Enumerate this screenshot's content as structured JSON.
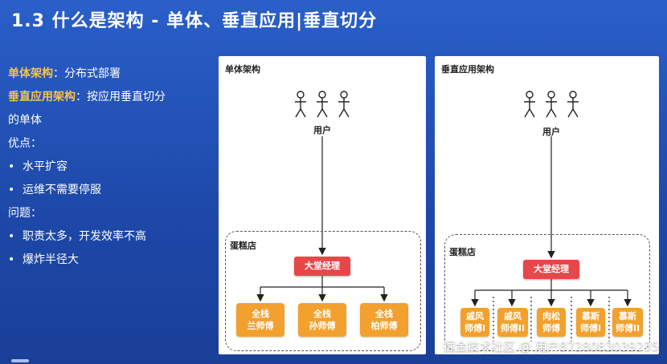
{
  "slide": {
    "title": "1.3 什么是架构 - 单体、垂直应用|垂直切分"
  },
  "left": {
    "monolith_label": "单体架构",
    "monolith_text": "：分布式部署",
    "vertical_label": "垂直应用架构",
    "vertical_text": "：按应用垂直切分",
    "vertical_text2": "的单体",
    "pros_title": "优点：",
    "pros": [
      "水平扩容",
      "运维不需要停服"
    ],
    "cons_title": "问题：",
    "cons": [
      "职责太多，开发效率不高",
      "爆炸半径大"
    ]
  },
  "diagram1": {
    "title": "单体架构",
    "user_label": "用户",
    "store_label": "蛋糕店",
    "manager": "大堂经理",
    "workers": [
      {
        "line1": "全栈",
        "line2": "兰师傅"
      },
      {
        "line1": "全栈",
        "line2": "孙师傅"
      },
      {
        "line1": "全栈",
        "line2": "柏师傅"
      }
    ]
  },
  "diagram2": {
    "title": "垂直应用架构",
    "user_label": "用户",
    "store_label": "蛋糕店",
    "manager": "大堂经理",
    "workers": [
      {
        "line1": "戚风",
        "line2": "师傅I"
      },
      {
        "line1": "戚风",
        "line2": "师傅II"
      },
      {
        "line1": "肉松",
        "line2": "师傅"
      },
      {
        "line1": "慕斯",
        "line2": "师傅I"
      },
      {
        "line1": "慕斯",
        "line2": "师傅II"
      }
    ]
  },
  "watermark": "掘金技术社区 @ 用户8728083039235",
  "colors": {
    "background": "#1f4fb0",
    "highlight": "#f5c54a",
    "manager": "#e8474a",
    "worker": "#f2a12e"
  }
}
